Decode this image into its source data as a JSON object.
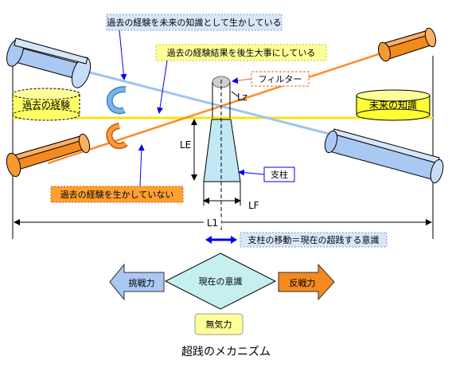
{
  "labels": {
    "top_callout": "過去の経験を未来の知識として生かしている",
    "mid_callout": "過去の経験結果を後生大事にしている",
    "filter": "フィルター",
    "past_experience": "過去の経験",
    "future_knowledge": "未来の知識",
    "not_utilized": "過去の経験を生かしていない",
    "support": "支柱",
    "lz": "Lz",
    "le": "LE",
    "lf": "LF",
    "l1": "L1",
    "support_movement": "支柱の移動＝現在の超践する意識",
    "challenge": "挑戦力",
    "current_awareness": "現在の意識",
    "reaction": "反戦力",
    "apathy": "無気力",
    "title": "超践のメカニズム"
  },
  "colors": {
    "blue_disk": "#a9c8f2",
    "orange_disk": "#f28a1e",
    "yellow_line": "#f5e414",
    "light_blue_box": "#d8e6f7",
    "yellow_box": "#ffff99",
    "filter_outline": "#e06820",
    "support_fill": "#c2e7f5",
    "rhombus_fill": "#c6f0f0",
    "arrow_blue": "#0000ee"
  }
}
